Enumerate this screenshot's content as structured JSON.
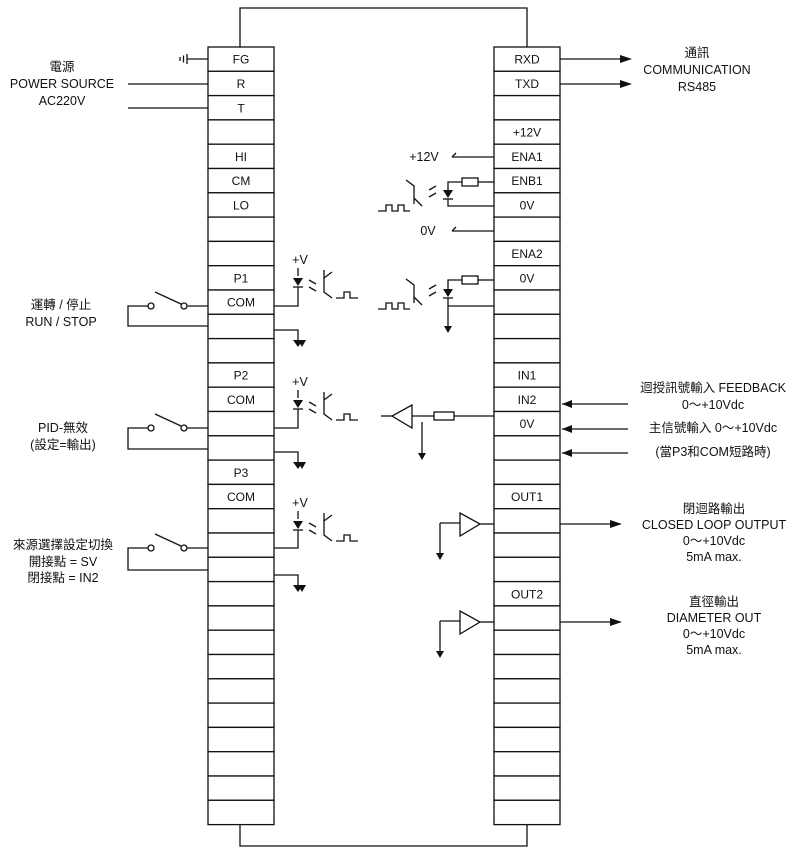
{
  "left_block": {
    "terminals": [
      "FG",
      "R",
      "T",
      "",
      "HI",
      "CM",
      "LO",
      "",
      "",
      "P1",
      "COM",
      "",
      "",
      "P2",
      "COM",
      "",
      "",
      "P3",
      "COM",
      "",
      "",
      "",
      "",
      "",
      "",
      "",
      "",
      "",
      "",
      "",
      "",
      ""
    ]
  },
  "right_block": {
    "terminals": [
      "RXD",
      "TXD",
      "",
      "+12V",
      "ENA1",
      "ENB1",
      "0V",
      "",
      "ENA2",
      "0V",
      "",
      "",
      "",
      "IN1",
      "IN2",
      "0V",
      "",
      "",
      "OUT1",
      "",
      "",
      "",
      "OUT2",
      "",
      "",
      "",
      "",
      "",
      "",
      "",
      "",
      ""
    ]
  },
  "labels": {
    "power": [
      "電源",
      "POWER SOURCE",
      "AC220V"
    ],
    "run_stop": [
      "運轉 / 停止",
      "RUN / STOP"
    ],
    "pid": [
      "PID-無效",
      "(設定=輸出)"
    ],
    "source_select": [
      "來源選擇設定切換",
      "開接點 = SV",
      "閉接點 = IN2"
    ],
    "comm": [
      "通訊",
      "COMMUNICATION",
      "RS485"
    ],
    "plus12v": "+12V",
    "zero_v": "0V",
    "plus_v": "+V",
    "feedback": "迴授訊號輸入 FEEDBACK",
    "feedback_range": "0～+10Vdc",
    "main_signal": "主信號輸入 0～+10Vdc",
    "main_signal_note": "(當P3和COM短路時)",
    "out1": [
      "閉迴路輸出",
      "CLOSED LOOP OUTPUT",
      "0～+10Vdc",
      "5mA max."
    ],
    "out2": [
      "直徑輸出",
      "DIAMETER OUT",
      "0～+10Vdc",
      "5mA max."
    ]
  }
}
